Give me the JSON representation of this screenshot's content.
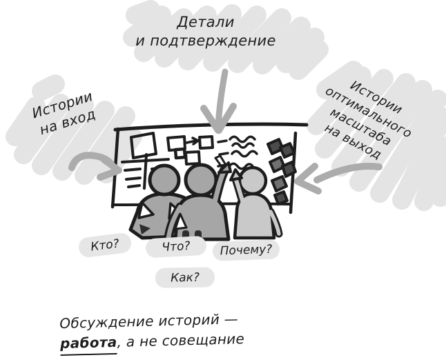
{
  "illustration": {
    "labels": {
      "top": {
        "line1": "Детали",
        "line2": "и подтверждение"
      },
      "left": {
        "line1": "Истории",
        "line2": "на вход"
      },
      "right": {
        "line1": "Истории",
        "line2": "оптимального",
        "line3": "масштаба",
        "line4": "на выход"
      }
    },
    "questions": [
      "Кто?",
      "Что?",
      "Почему?",
      "Как?"
    ],
    "caption": {
      "line1": "Обсуждение историй —",
      "line2_emphasis": "работа",
      "line2_rest": ", а не совещание"
    }
  },
  "colors": {
    "background": "#ffffff",
    "cloud": "#e4e4e4",
    "arrow": "#acacac",
    "ink": "#1d1d1d",
    "pill": "#e6e6e6",
    "person_mid": "#a6a6a6",
    "person_light": "#c9c9c9",
    "diamond_dark": "#4b4b4b",
    "diamond_mid": "#707070",
    "marker_light": "#d9d9d9"
  }
}
